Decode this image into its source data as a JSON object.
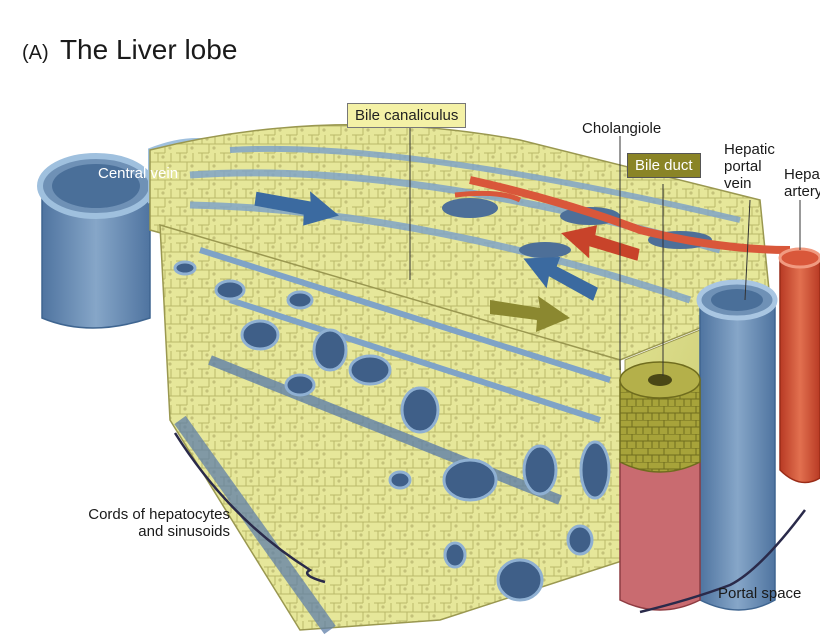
{
  "figure": {
    "panel_letter": "(A)",
    "title": "The Liver lobe"
  },
  "labels": {
    "central_vein": "Central vein",
    "bile_canaliculus": "Bile canaliculus",
    "cholangiole": "Cholangiole",
    "bile_duct": "Bile duct",
    "hepatic_portal_vein": [
      "Hepatic",
      "portal",
      "vein"
    ],
    "hepatic_artery": [
      "Hepa",
      "artery"
    ],
    "cords": [
      "Cords of hepatocytes",
      "and sinusoids"
    ],
    "portal_space": "Portal space"
  },
  "colors": {
    "parenchyma": "#e6e79a",
    "sinusoid": "#5f7fa8",
    "vein": "#6f91b6",
    "artery": "#d9573a",
    "bile_duct": "#8c8a2a",
    "duct_base": "#c96b70",
    "label_box": "#f4f1a6"
  }
}
